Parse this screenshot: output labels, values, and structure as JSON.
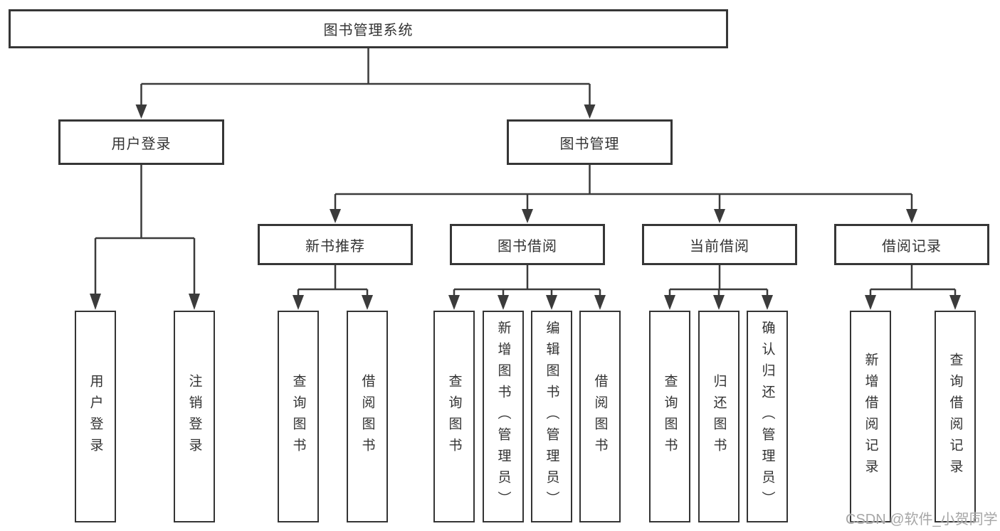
{
  "diagram": {
    "title": "图书管理系统",
    "branches": [
      {
        "label": "用户登录",
        "children": [
          "用户登录",
          "注销登录"
        ]
      },
      {
        "label": "图书管理",
        "sub": [
          {
            "label": "新书推荐",
            "children": [
              "查询图书",
              "借阅图书"
            ]
          },
          {
            "label": "图书借阅",
            "children": [
              "查询图书",
              "新增图书（管理员）",
              "编辑图书（管理员）",
              "借阅图书"
            ]
          },
          {
            "label": "当前借阅",
            "children": [
              "查询图书",
              "归还图书",
              "确认归还（管理员）"
            ]
          },
          {
            "label": "借阅记录",
            "children": [
              "新增借阅记录",
              "查询借阅记录"
            ]
          }
        ]
      }
    ]
  },
  "watermark": "CSDN @软件_小贺同学",
  "colors": {
    "line": "#3b3b3b",
    "box_border": "#363636",
    "text": "#333333",
    "watermark": "#9e9e9e",
    "background": "#ffffff"
  }
}
